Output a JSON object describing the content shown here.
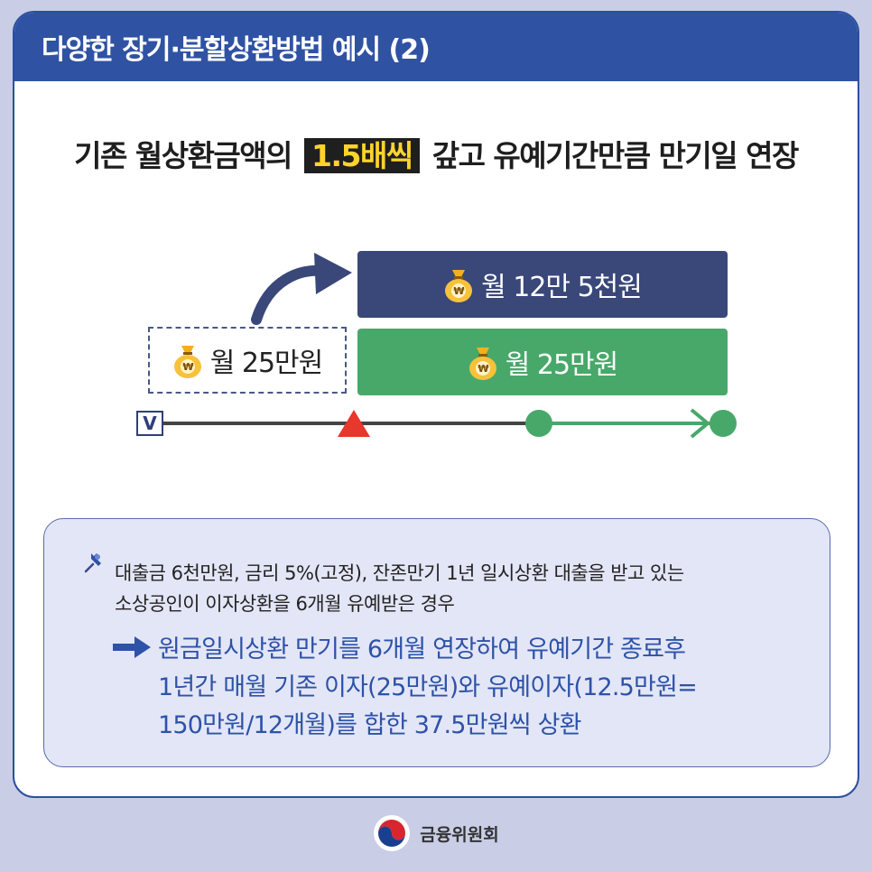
{
  "header": {
    "title": "다양한 장기·분할상환방법 예시 (2)"
  },
  "headline": {
    "before": "기존 월상환금액의",
    "highlight": "1.5배씩",
    "after": "갚고 유예기간만큼 만기일 연장"
  },
  "diagram": {
    "old_payment": "월 25만원",
    "new_payment_top": "월 12만 5천원",
    "new_payment_bottom": "월 25만원",
    "start_mark": "V"
  },
  "info": {
    "line1": "대출금 6천만원, 금리 5%(고정), 잔존만기 1년 일시상환 대출을 받고 있는",
    "line2": "소상공인이 이자상환을 6개월 유예받은 경우",
    "result1": "원금일시상환 만기를 6개월 연장하여 유예기간 종료후",
    "result2": "1년간 매월 기존 이자(25만원)와 유예이자(12.5만원=",
    "result3": "150만원/12개월)를 합한 37.5만원씩 상환"
  },
  "footer": {
    "org": "금융위원회"
  },
  "colors": {
    "header_bg": "#2f52a3",
    "navy_box": "#394779",
    "green_box": "#48a86a",
    "highlight_text": "#ffd42a",
    "result_text": "#2d52a8",
    "triangle": "#e8372c"
  }
}
